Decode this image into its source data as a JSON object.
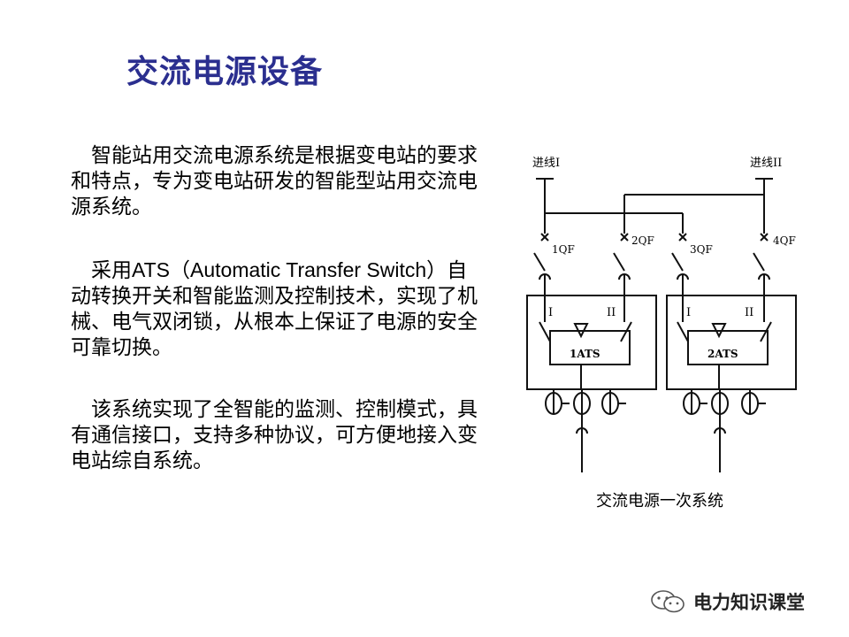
{
  "slide": {
    "title": "交流电源设备",
    "paragraphs": [
      "　智能站用交流电源系统是根据变电站的要求和特点，专为变电站研发的智能型站用交流电源系统。",
      "　采用",
      "　该系统实现了全智能的监测、控制模式，具有通信接口，支持多种协议，可方便地接入变电站综自系统。"
    ],
    "p2_latin": "ATS（Automatic Transfer Switch）",
    "p2_rest": "自动转换开关和智能监测及控制技术，实现了机械、电气双闭锁，从根本上保证了电源的安全可靠切换。"
  },
  "diagram": {
    "incoming_left": "进线I",
    "incoming_right": "进线II",
    "breakers": [
      "1QF",
      "2QF",
      "3QF",
      "4QF"
    ],
    "ats_units": [
      "1ATS",
      "2ATS"
    ],
    "input_I": "I",
    "input_II": "II",
    "caption": "交流电源一次系统"
  },
  "watermark": {
    "text": "电力知识课堂",
    "icon": "wechat-icon"
  }
}
